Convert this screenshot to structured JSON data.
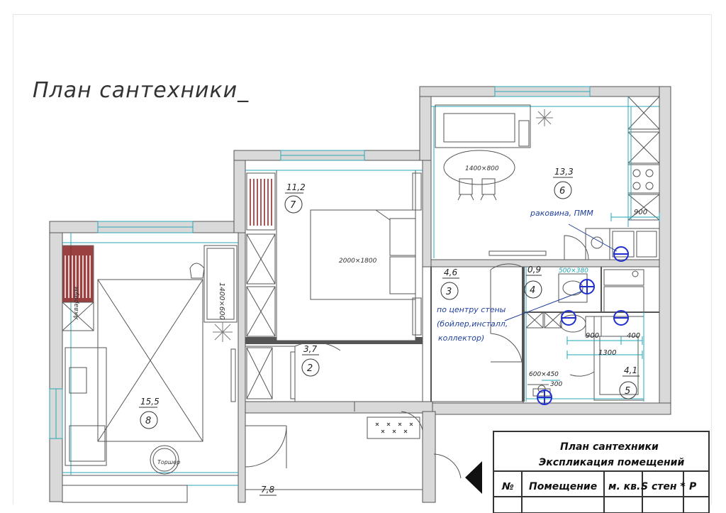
{
  "title": "План сантехники_",
  "rooms": [
    {
      "area": "15,5",
      "num": "8"
    },
    {
      "area": "11,2",
      "num": "7"
    },
    {
      "area": "13,3",
      "num": "6"
    },
    {
      "area": "4,6",
      "num": "3"
    },
    {
      "area": "0,9",
      "num": "4"
    },
    {
      "area": "3,7",
      "num": "2"
    },
    {
      "area": "4,1",
      "num": "5"
    },
    {
      "area": "7,8",
      "num": ""
    }
  ],
  "furniture": {
    "bed": "2000×1800",
    "table": "1400×800",
    "sofa_bed": "1400×600",
    "aquarium": "Аквариум",
    "floor_lamp": "Торшер"
  },
  "notes": {
    "sink_dishwasher": "раковина, ПММ",
    "wall_center": "по центру стены",
    "boiler": "(бойлер,инсталл,",
    "collector": "коллектор)"
  },
  "dims": {
    "d900_kitchen": "900",
    "d500x380": "500×380",
    "d900_bath": "900",
    "d400": "400",
    "d1300": "1300",
    "d600x450": "600×450",
    "d300": "300"
  },
  "stamp": {
    "title1": "План сантехники",
    "title2": "Экспликация помещений",
    "headers": [
      "№",
      "Помещение",
      "м. кв.",
      "S стен *",
      "P"
    ]
  },
  "colors": {
    "wall_fill": "#d9d9d9",
    "wall_stroke": "#555555",
    "window": "#2aa7b8",
    "annotation": "#1f3f9a",
    "plumbing": "#1f2fcf",
    "dimension": "#1fa7b5"
  }
}
